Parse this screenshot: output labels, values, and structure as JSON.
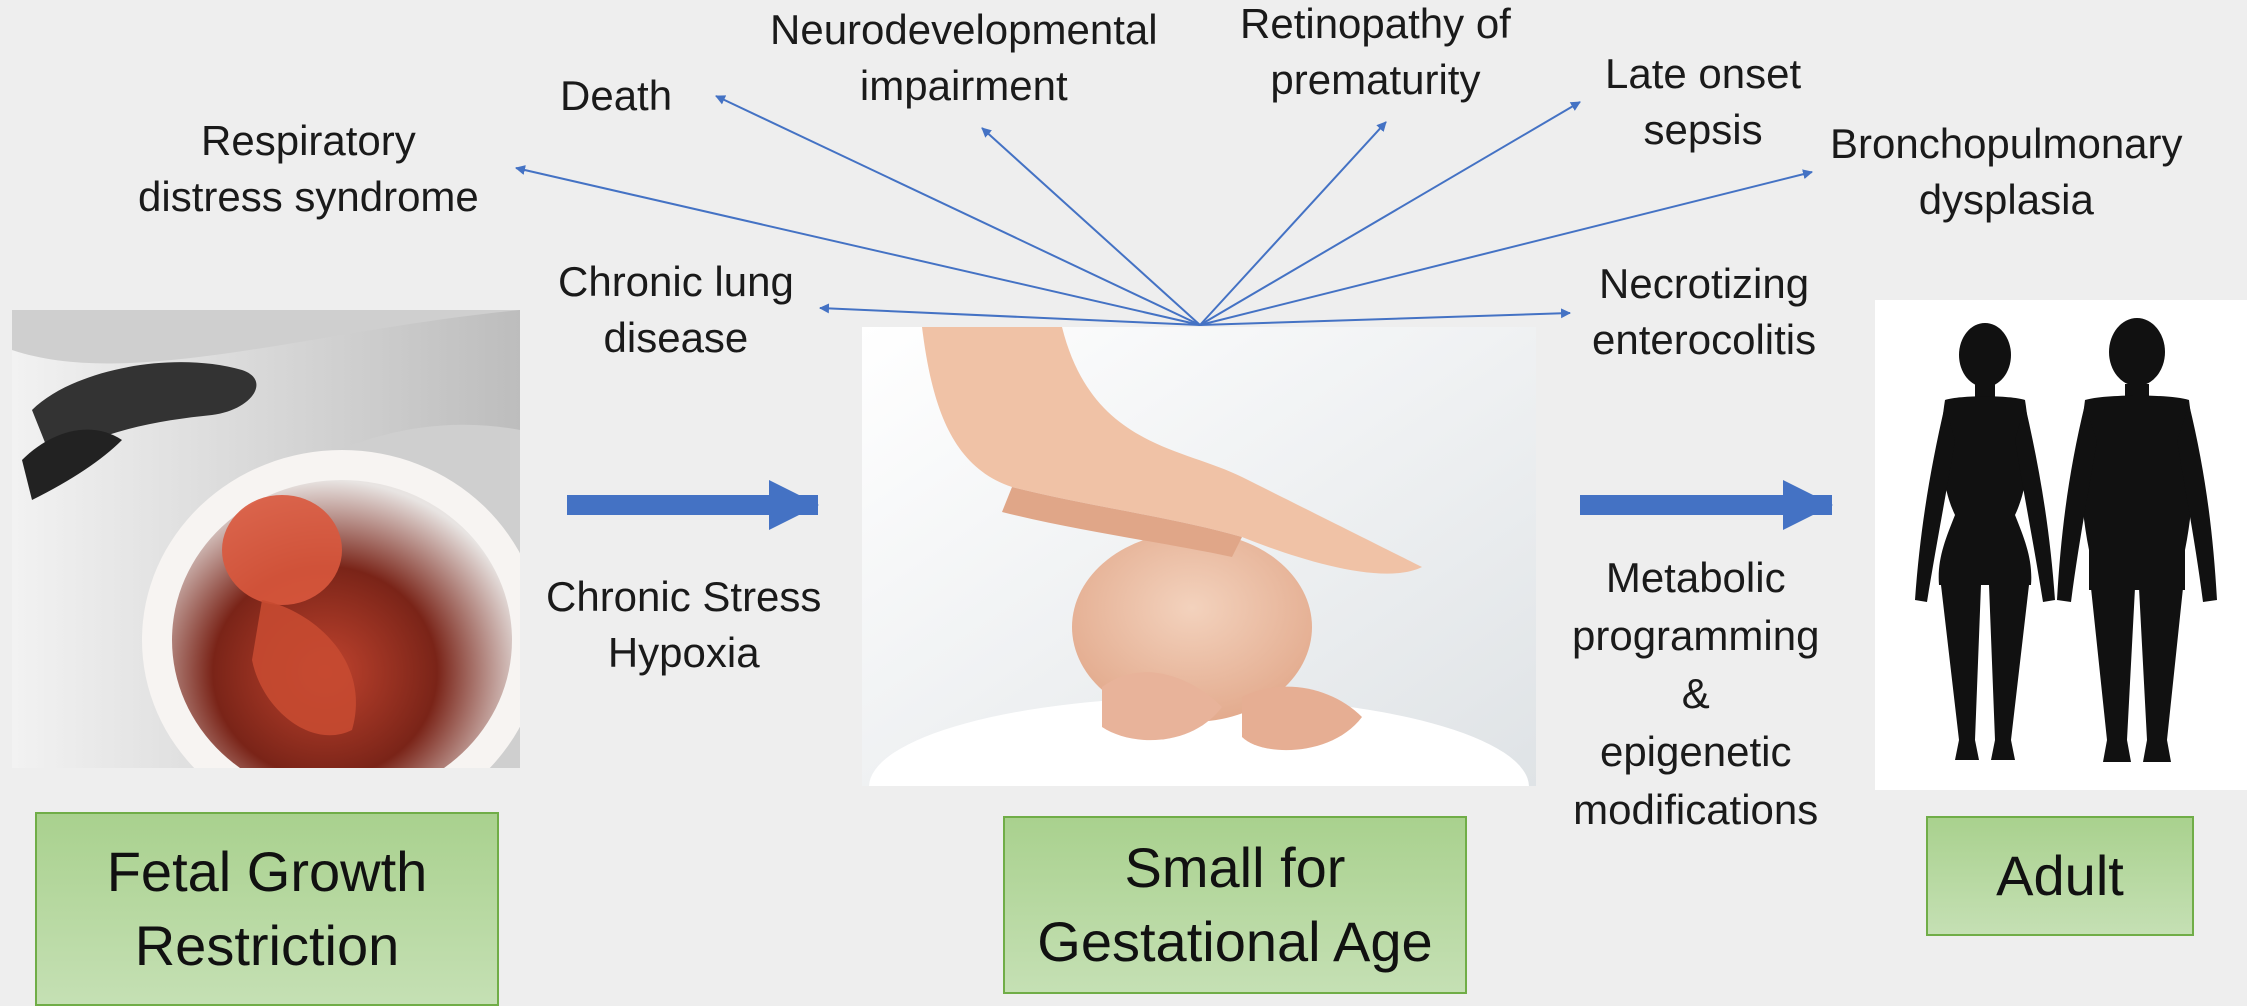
{
  "outcomes": {
    "death": "Death",
    "neuro": [
      "Neurodevelopmental",
      "impairment"
    ],
    "retinopathy": [
      "Retinopathy of",
      "prematurity"
    ],
    "sepsis": [
      "Late onset",
      "sepsis"
    ],
    "respiratory": [
      "Respiratory",
      "distress syndrome"
    ],
    "bpd": [
      "Bronchopulmonary",
      "dysplasia"
    ],
    "chronic_lung": [
      "Chronic lung",
      "disease"
    ],
    "nec": [
      "Necrotizing",
      "enterocolitis"
    ]
  },
  "transitions": {
    "first": [
      "Chronic Stress",
      "Hypoxia"
    ],
    "second": [
      "Metabolic",
      "programming",
      "&",
      "epigenetic",
      "modifications"
    ]
  },
  "stages": {
    "fgr": [
      "Fetal Growth",
      "Restriction"
    ],
    "sga": [
      "Small for",
      "Gestational Age"
    ],
    "adult": "Adult"
  },
  "images": {
    "fetus": "fetus-in-womb-illustration",
    "infant": "newborn-infant-photo",
    "adults": "adult-silhouettes"
  },
  "colors": {
    "arrow": "#4472c4",
    "stage_box_fill": "#b4d79a",
    "stage_box_border": "#70ad47",
    "background": "#eeeeee"
  }
}
